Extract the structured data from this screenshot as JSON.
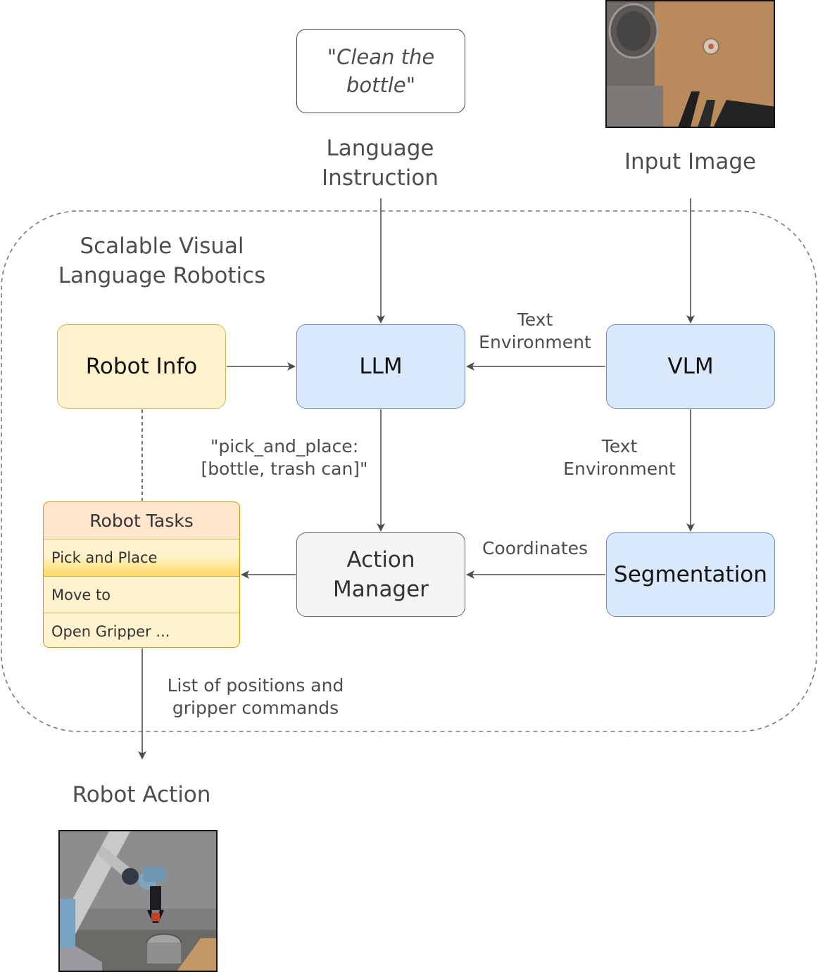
{
  "title": "Scalable Visual Language Robotics",
  "inputs": {
    "instruction_text": "\"Clean the bottle\"",
    "instruction_label": "Language Instruction",
    "image_label": "Input Image"
  },
  "nodes": {
    "robot_info": "Robot Info",
    "llm": "LLM",
    "vlm": "VLM",
    "action_manager": "Action Manager",
    "segmentation": "Segmentation"
  },
  "edges": {
    "vlm_to_llm": "Text Environment",
    "vlm_to_segmentation": "Text Environment",
    "llm_to_action_manager": "\"pick_and_place: [bottle, trash can]\"",
    "segmentation_to_action_manager": "Coordinates",
    "tasks_to_output": "List of positions and gripper commands"
  },
  "robot_tasks": {
    "header": "Robot Tasks",
    "items": [
      "Pick and Place",
      "Move to",
      "Open Gripper ..."
    ]
  },
  "output": {
    "label": "Robot Action"
  },
  "colors": {
    "module_blue": "#dae8fc",
    "module_blue_border": "#6c8ebf",
    "info_yellow": "#fff2cc",
    "info_yellow_border": "#d6b656",
    "tasks_header": "#ffe6cc",
    "tasks_border": "#d79b00",
    "manager_gray": "#f5f5f5",
    "arrow": "#4d4d4d"
  }
}
